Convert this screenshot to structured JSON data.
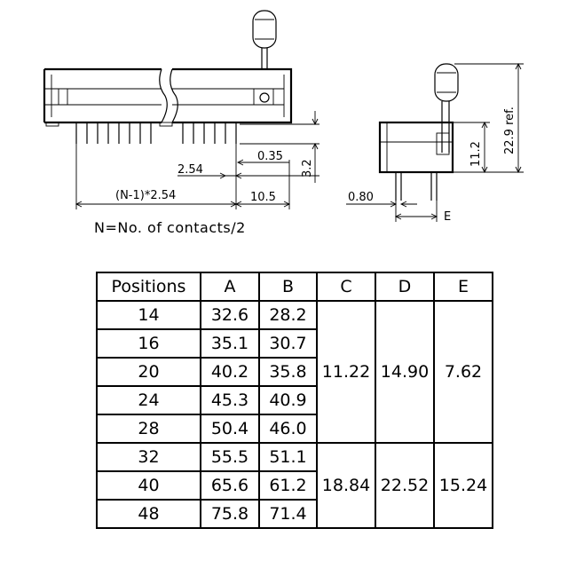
{
  "front_view": {
    "dim_035": "0.35",
    "dim_32": "3.2",
    "dim_254": "2.54",
    "dim_pitch": "(N-1)*2.54",
    "dim_105": "10.5"
  },
  "side_view": {
    "dim_229": "22.9 ref.",
    "dim_112": "11.2",
    "dim_080": "0.80",
    "dim_E": "E"
  },
  "note": "N=No. of contacts/2",
  "table": {
    "headers": [
      "Positions",
      "A",
      "B",
      "C",
      "D",
      "E"
    ],
    "rows": [
      {
        "positions": "14",
        "a": "32.6",
        "b": "28.2"
      },
      {
        "positions": "16",
        "a": "35.1",
        "b": "30.7"
      },
      {
        "positions": "20",
        "a": "40.2",
        "b": "35.8"
      },
      {
        "positions": "24",
        "a": "45.3",
        "b": "40.9"
      },
      {
        "positions": "28",
        "a": "50.4",
        "b": "46.0"
      },
      {
        "positions": "32",
        "a": "55.5",
        "b": "51.1"
      },
      {
        "positions": "40",
        "a": "65.6",
        "b": "61.2"
      },
      {
        "positions": "48",
        "a": "75.8",
        "b": "71.4"
      }
    ],
    "group1": {
      "c": "11.22",
      "d": "14.90",
      "e": "7.62"
    },
    "group2": {
      "c": "18.84",
      "d": "22.52",
      "e": "15.24"
    }
  }
}
